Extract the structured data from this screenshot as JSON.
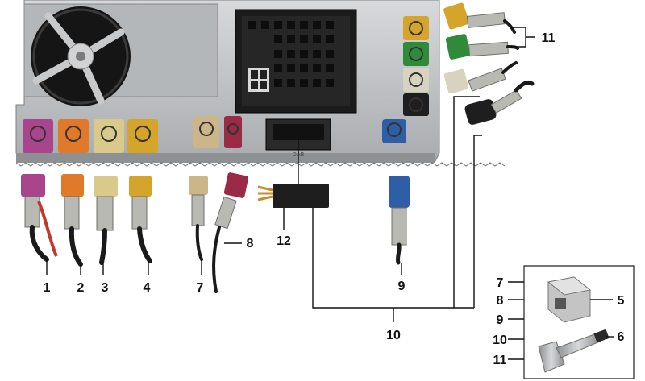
{
  "diagram": {
    "callouts": {
      "c1": "1",
      "c2": "2",
      "c3": "3",
      "c4": "4",
      "c7": "7",
      "c8": "8",
      "c9": "9",
      "c10": "10",
      "c11": "11",
      "c12": "12",
      "inset_7": "7",
      "inset_8": "8",
      "inset_9": "9",
      "inset_10": "10",
      "inset_11": "11",
      "inset_5": "5",
      "inset_6": "6"
    },
    "unit_label": "DAB",
    "colors": {
      "violet": "#a8458c",
      "orange": "#e07a2a",
      "cream": "#d9c98a",
      "yellow": "#d4a52a",
      "beige": "#cdb58a",
      "bordeaux": "#9a2a45",
      "green": "#2f8a3a",
      "light": "#d8d2c0",
      "black": "#1e1e1e",
      "blue": "#2e5fa6",
      "housing": "#c9cbcd"
    }
  }
}
